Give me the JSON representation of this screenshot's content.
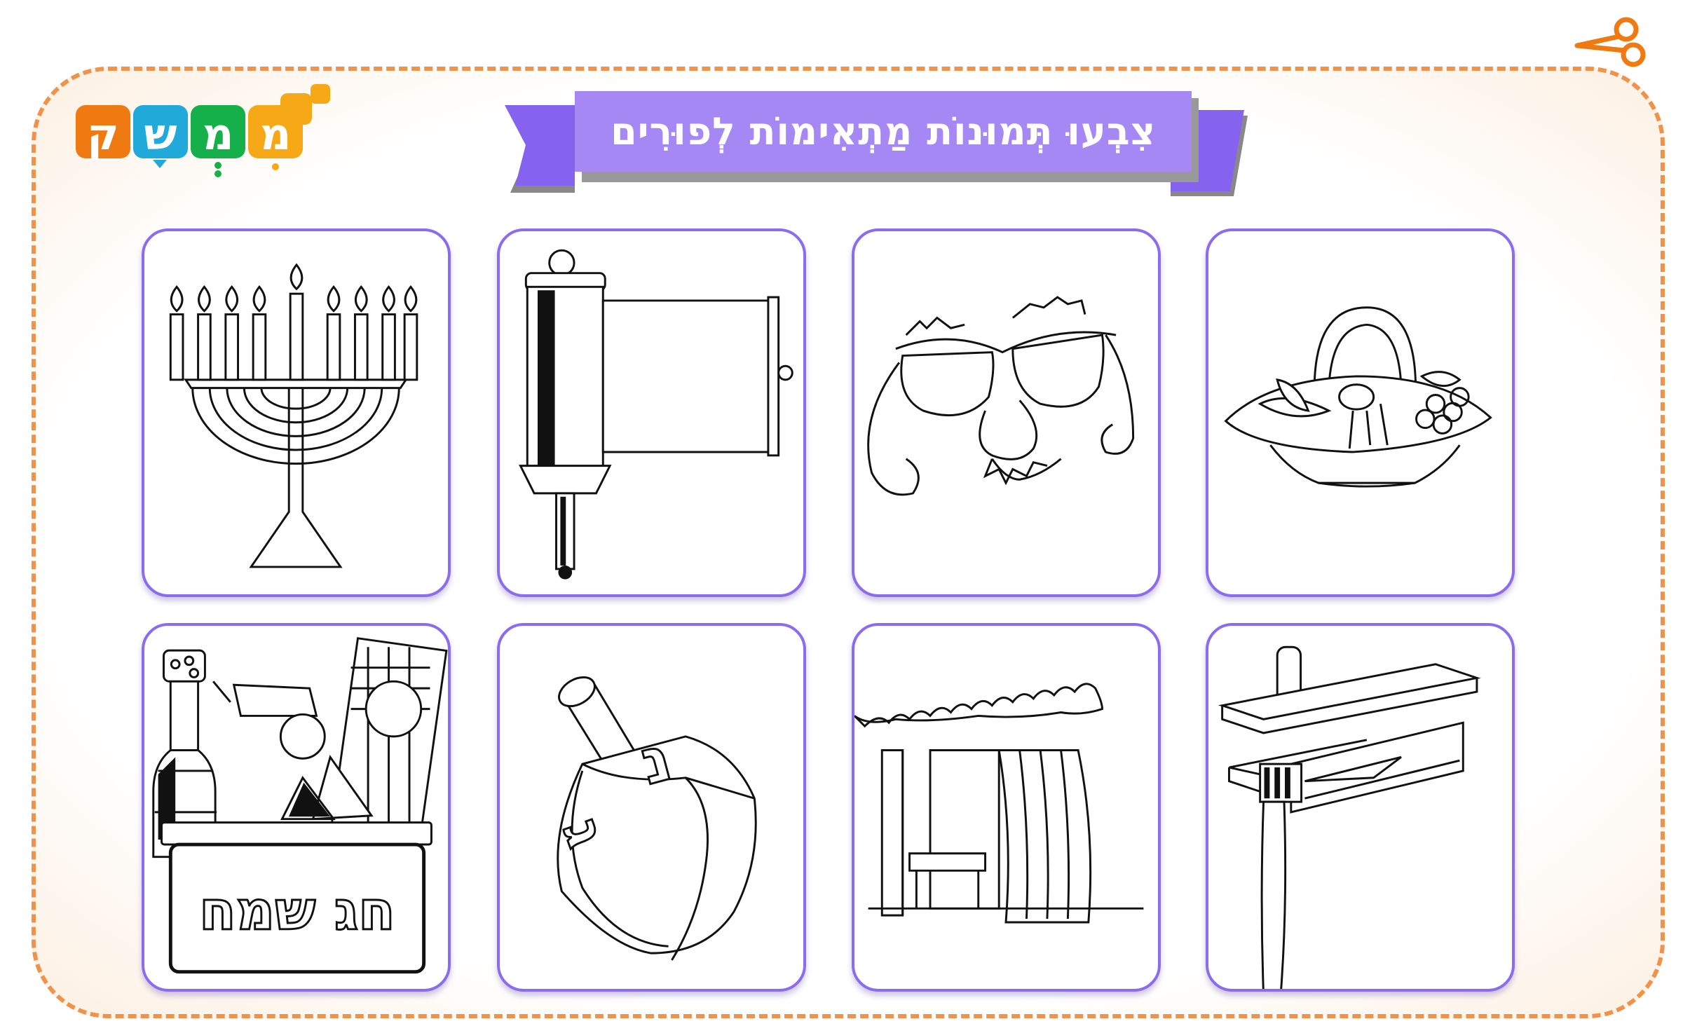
{
  "title": "צִבְעוּ תְּמוּנוֹת מַתְאִימוֹת לְפוּרִים",
  "logo": {
    "text": "מְמַשֵׁק",
    "letters": [
      "מ",
      "מ",
      "ש",
      "ק"
    ],
    "colors": [
      "#f7a817",
      "#15b04a",
      "#21a9d9",
      "#f07a12"
    ]
  },
  "colors": {
    "border": "#f0924a",
    "card_border": "#8b6cf0",
    "banner": "#a688f5",
    "banner_tail": "#8663ee"
  },
  "cards": [
    {
      "label": "menorah",
      "icon": "menorah-icon"
    },
    {
      "label": "megillah",
      "icon": "scroll-icon"
    },
    {
      "label": "funny-glasses",
      "icon": "glasses-nose-icon"
    },
    {
      "label": "fruit-basket",
      "icon": "fruit-basket-icon"
    },
    {
      "label": "mishloach-manot",
      "icon": "gift-basket-icon",
      "text": "חג שמח"
    },
    {
      "label": "dreidel",
      "icon": "dreidel-icon",
      "letters": [
        "נ",
        "ג"
      ]
    },
    {
      "label": "sukkah",
      "icon": "sukkah-icon"
    },
    {
      "label": "grogger",
      "icon": "grogger-icon"
    }
  ]
}
